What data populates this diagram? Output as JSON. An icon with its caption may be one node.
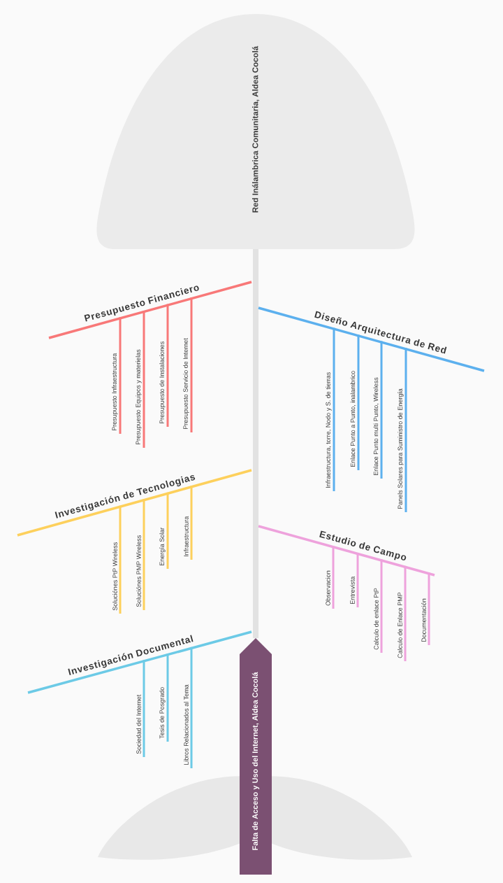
{
  "diagram": {
    "nodes": [
      {
        "text": [
          "Red Inálambrica Comunitaria, Aldea Cocolá"
        ]
      },
      {
        "text": [
          "Presupuesto Financiero"
        ]
      },
      {
        "text": [
          "Presupuesto Infraestructura"
        ]
      },
      {
        "text": [
          "Presupuesto Equipos y materielas"
        ]
      },
      {
        "text": [
          "Presupuesto de Instalaciones"
        ]
      },
      {
        "text": [
          "Presupuesto Servicio de Internet"
        ]
      },
      {
        "text": [
          "Diseño  Arquitectura de Red"
        ]
      },
      {
        "text": [
          "Infraestructura,  torre,  Nodo y  S. de tierras"
        ]
      },
      {
        "text": [
          "Enlace Punto a Punto, inalambrico"
        ]
      },
      {
        "text": [
          "Enlace Punto multi Punto, Wireless"
        ]
      },
      {
        "text": [
          "Panels Solares para Suministro de Energía"
        ]
      },
      {
        "text": [
          "Investigación de Tecnologias"
        ]
      },
      {
        "text": [
          "Soluciónes PtP Wireless"
        ]
      },
      {
        "text": [
          "Soluciónes PMP Wireless"
        ]
      },
      {
        "text": [
          "Energía  Solar"
        ]
      },
      {
        "text": [
          "Infraestructura"
        ]
      },
      {
        "text": [
          "Estudio de  Campo"
        ]
      },
      {
        "text": [
          "Observacion"
        ]
      },
      {
        "text": [
          "Entrevista"
        ]
      },
      {
        "text": [
          "Calculo de enlace PtP"
        ]
      },
      {
        "text": [
          "Calculo de Enlace PMP"
        ]
      },
      {
        "text": [
          "Documentación"
        ]
      },
      {
        "text": [
          "Investigación Documental"
        ]
      },
      {
        "text": [
          "Sociedad del Internet"
        ]
      },
      {
        "text": [
          "Tesis de Posgrado"
        ]
      },
      {
        "text": [
          "Libros Relacionados al Tema"
        ]
      },
      {
        "text": [
          "Falta de Acceso y Uso del Internet, Aldea Cocolá"
        ]
      }
    ],
    "edges": [
      {
        "from": 26,
        "to": 0,
        "arrow": "none",
        "style": "thick"
      },
      {
        "from": 1,
        "to": null,
        "arrow": "none",
        "color": "#f87878"
      },
      {
        "from": 2,
        "to": 1,
        "arrow": "none",
        "color": "#f87878"
      },
      {
        "from": 3,
        "to": 1,
        "arrow": "none",
        "color": "#f87878"
      },
      {
        "from": 4,
        "to": 1,
        "arrow": "none",
        "color": "#f87878"
      },
      {
        "from": 5,
        "to": 1,
        "arrow": "none",
        "color": "#f87878"
      },
      {
        "from": 6,
        "to": null,
        "arrow": "none",
        "color": "#5cb0ee"
      },
      {
        "from": 7,
        "to": 6,
        "arrow": "none",
        "color": "#5cb0ee"
      },
      {
        "from": 8,
        "to": 6,
        "arrow": "none",
        "color": "#5cb0ee"
      },
      {
        "from": 9,
        "to": 6,
        "arrow": "none",
        "color": "#5cb0ee"
      },
      {
        "from": 10,
        "to": 6,
        "arrow": "none",
        "color": "#5cb0ee"
      },
      {
        "from": 11,
        "to": null,
        "arrow": "none",
        "color": "#fdd05c"
      },
      {
        "from": 12,
        "to": 11,
        "arrow": "none",
        "color": "#fdd05c"
      },
      {
        "from": 13,
        "to": 11,
        "arrow": "none",
        "color": "#fdd05c"
      },
      {
        "from": 14,
        "to": 11,
        "arrow": "none",
        "color": "#fdd05c"
      },
      {
        "from": 15,
        "to": 11,
        "arrow": "none",
        "color": "#fdd05c"
      },
      {
        "from": 16,
        "to": null,
        "arrow": "none",
        "color": "#eea2dc"
      },
      {
        "from": 17,
        "to": 16,
        "arrow": "none",
        "color": "#eea2dc"
      },
      {
        "from": 18,
        "to": 16,
        "arrow": "none",
        "color": "#eea2dc"
      },
      {
        "from": 19,
        "to": 16,
        "arrow": "none",
        "color": "#eea2dc"
      },
      {
        "from": 20,
        "to": 16,
        "arrow": "none",
        "color": "#eea2dc"
      },
      {
        "from": 21,
        "to": 16,
        "arrow": "none",
        "color": "#eea2dc"
      },
      {
        "from": 22,
        "to": 26,
        "arrow": "none",
        "color": "#6ccae6"
      },
      {
        "from": 23,
        "to": 22,
        "arrow": "none",
        "color": "#6ccae6"
      },
      {
        "from": 24,
        "to": 22,
        "arrow": "none",
        "color": "#6ccae6"
      },
      {
        "from": 25,
        "to": 22,
        "arrow": "none",
        "color": "#6ccae6"
      }
    ]
  }
}
